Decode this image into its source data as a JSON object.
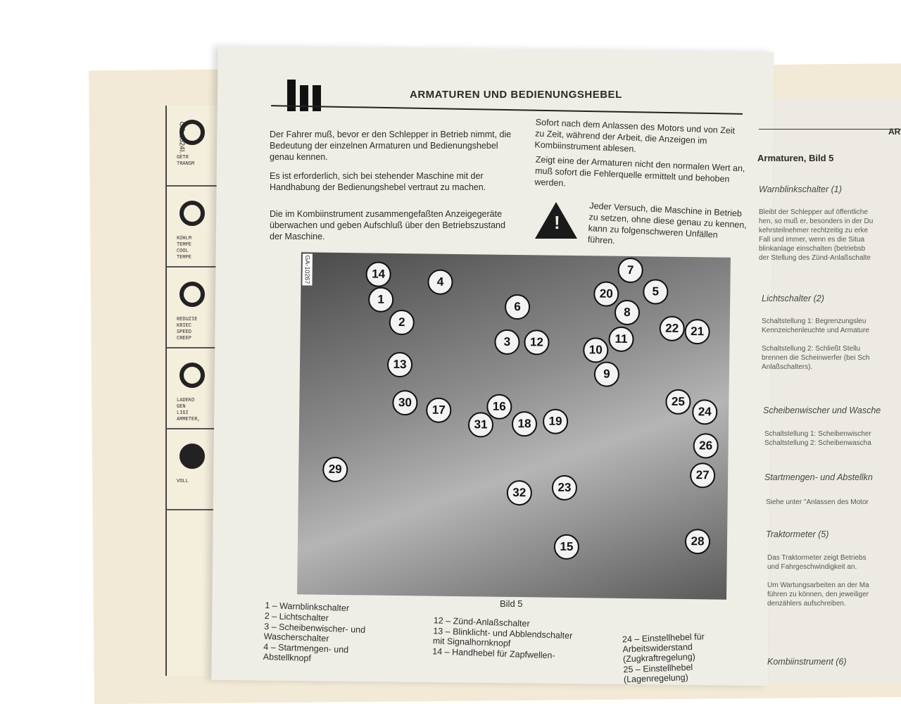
{
  "left_page": {
    "code": "GB-1024I.",
    "cells": [
      "GETR\nTRANSM",
      "KÜHLM\nTEMPE\nCOOL\nTEMPE",
      "REDUZIE\nKRIEC\nSPEED\nCREEP",
      "LADEKO\nGEN\nLIGI\nAMMETER,",
      "VOLL"
    ]
  },
  "header": {
    "title": "ARMATUREN UND BEDIENUNGSHEBEL",
    "logo": "IH"
  },
  "col1": [
    "Der Fahrer muß, bevor er den Schlepper in Betrieb nimmt, die Bedeutung der einzelnen Armaturen und Bedienungshebel genau kennen.",
    "Es ist erforderlich, sich bei stehender Maschine mit der Handhabung der Bedienungshebel vertraut zu machen.",
    "Die im Kombiinstrument zusammengefaßten Anzeigegeräte überwachen und geben Aufschluß über den Betriebszustand der Maschine."
  ],
  "col2": [
    "Sofort nach dem Anlassen des Motors und von Zeit zu Zeit, während der Arbeit, die Anzeigen im Kombiinstrument ablesen.",
    "Zeigt eine der Armaturen nicht den normalen Wert an, muß sofort die Fehlerquelle ermittelt und behoben werden."
  ],
  "warning": "Jeder Versuch, die Maschine in Betrieb zu setzen, ohne diese genau zu kennen, kann zu folgenschweren Unfällen führen.",
  "figure": {
    "id": "GA-10267",
    "caption": "Bild 5",
    "callouts": [
      "14",
      "4",
      "1",
      "2",
      "6",
      "7",
      "20",
      "5",
      "8",
      "3",
      "12",
      "11",
      "22",
      "21",
      "10",
      "13",
      "9",
      "30",
      "17",
      "16",
      "18",
      "19",
      "25",
      "24",
      "31",
      "26",
      "29",
      "27",
      "32",
      "23",
      "15",
      "28"
    ]
  },
  "legend": {
    "col1": [
      "1 – Warnblinkschalter",
      "2 – Lichtschalter",
      "3 – Scheibenwischer- und Wascherschalter",
      "4 – Startmengen- und Abstellknopf"
    ],
    "col2": [
      "12 – Zünd-Anlaßschalter",
      "13 – Blinklicht- und Abblendschalter mit Signalhornknopf",
      "14 – Handhebel für Zapfwellen-"
    ],
    "col3": [
      "24 – Einstellhebel für Arbeitswiderstand (Zugkraftregelung)",
      "25 – Einstellhebel (Lagenregelung)"
    ]
  },
  "right_page": {
    "header": "AR",
    "title": "Armaturen, Bild 5",
    "sections": [
      {
        "heading": "Warnblinkschalter (1)",
        "text": "Bleibt der Schlepper auf öffentliche\nhen, so muß er, besonders in der Du\nkehrsteilnehmer rechtzeitig zu erke\nFall und immer, wenn es die Situa\nblinkanlage einschalten (betriebsb\nder Stellung des Zünd-Anlaßschalte"
      },
      {
        "heading": "Lichtschalter (2)",
        "text": "Schaltstellung 1: Begrenzungsleu\nKennzeichenleuchte und Armature\n\nSchaltstellung 2: Schließt Stellu\nbrennen die Scheinwerfer (bei Sch\nAnlaßschalters)."
      },
      {
        "heading": "Scheibenwischer und Wasche",
        "text": "Schaltstellung 1: Scheibenwischer\nSchaltstellung 2: Scheibenwascha"
      },
      {
        "heading": "Startmengen- und Abstellkn",
        "text": "Siehe unter \"Anlassen des Motor"
      },
      {
        "heading": "Traktormeter (5)",
        "text": "Das Traktormeter zeigt Betriebs\nund Fahrgeschwindigkeit an.\n\nUm Wartungsarbeiten an der Ma\nführen zu können, den jeweiliger\ndenzählers aufschreiben."
      },
      {
        "heading": "Kombiinstrument (6)",
        "text": ""
      }
    ]
  }
}
